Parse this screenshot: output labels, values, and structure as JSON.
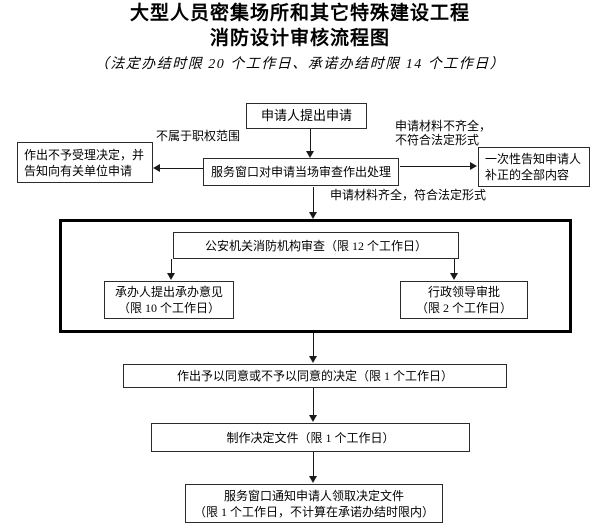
{
  "title": {
    "line1": "大型人员密集场所和其它特殊建设工程",
    "line2": "消防设计审核流程图",
    "subtitle": "（法定办结时限 20 个工作日、承诺办结时限 14 个工作日）"
  },
  "boxes": {
    "apply": "申请人提出申请",
    "window_review": "服务窗口对申请当场审查作出处理",
    "reject": {
      "line1": "作出不予受理决定，并",
      "line2": "告知向有关单位申请"
    },
    "notify_correction": {
      "line1": "一次性告知申请人",
      "line2": "补正的全部内容"
    },
    "fire_org_review": "公安机关消防机构审查（限 12 个工作日）",
    "undertaker_opinion": {
      "line1": "承办人提出承办意见",
      "line2": "（限 10 个工作日）"
    },
    "leader_approval": {
      "line1": "行政领导审批",
      "line2": "（限 2 个工作日）"
    },
    "decision": "作出予以同意或不予以同意的决定（限 1 个工作日）",
    "make_document": "制作决定文件（限 1 个工作日）",
    "pickup": {
      "line1": "服务窗口通知申请人领取决定文件",
      "line2": "（限 1 个工作日，不计算在承诺办结时限内）"
    }
  },
  "labels": {
    "out_of_scope": "不属于职权范围",
    "materials_incomplete": {
      "line1": "申请材料不齐全，",
      "line2": "不符合法定形式"
    },
    "materials_complete": "申请材料齐全，符合法定形式"
  },
  "colors": {
    "text": "#000000",
    "box_border": "#2b2b2b",
    "emphasis_border": "#000000",
    "background": "#ffffff"
  }
}
